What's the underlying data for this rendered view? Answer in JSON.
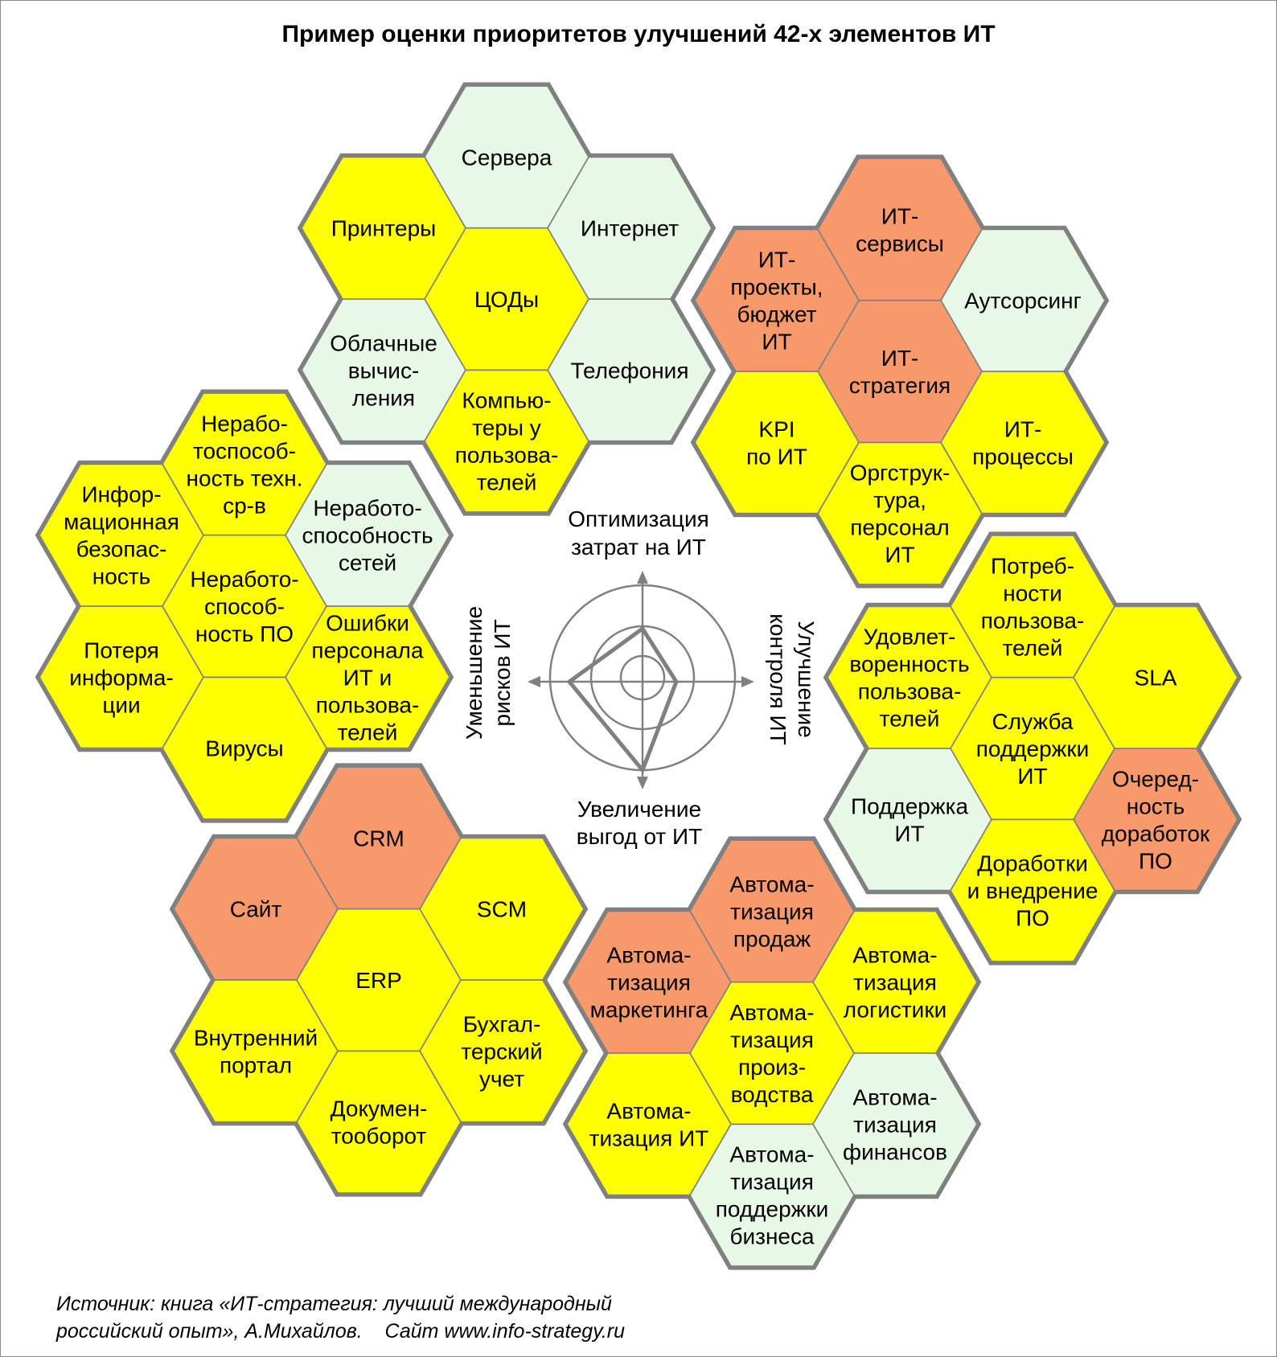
{
  "title": "Пример оценки приоритетов улучшений 42-х элементов ИТ",
  "colors": {
    "high": "#f7996b",
    "medium": "#ffff00",
    "low": "#e8f8e6",
    "hex_border": "#808080",
    "radar": "#808080"
  },
  "legend_axes": {
    "top": [
      "Оптимизация",
      "затрат на ИТ"
    ],
    "bottom": [
      "Увеличение",
      "выгод от ИТ"
    ],
    "left": [
      "Уменьшение",
      "рисков ИТ"
    ],
    "right": [
      "Улучшение",
      "контроля ИТ"
    ]
  },
  "clusters": [
    {
      "name": "infrastructure",
      "cells": [
        {
          "pos": "center",
          "priority": "medium",
          "lines": [
            "ЦОДы"
          ]
        },
        {
          "pos": "top",
          "priority": "low",
          "lines": [
            "Сервера"
          ]
        },
        {
          "pos": "upper-right",
          "priority": "low",
          "lines": [
            "Интернет"
          ]
        },
        {
          "pos": "lower-right",
          "priority": "low",
          "lines": [
            "Телефония"
          ]
        },
        {
          "pos": "bottom",
          "priority": "medium",
          "lines": [
            "Компью-",
            "теры у",
            "пользова-",
            "телей"
          ]
        },
        {
          "pos": "lower-left",
          "priority": "low",
          "lines": [
            "Облачные",
            "вычис-",
            "ления"
          ]
        },
        {
          "pos": "upper-left",
          "priority": "medium",
          "lines": [
            "Принтеры"
          ]
        }
      ]
    },
    {
      "name": "it-management",
      "cells": [
        {
          "pos": "center",
          "priority": "high",
          "lines": [
            "ИТ-",
            "стратегия"
          ]
        },
        {
          "pos": "top",
          "priority": "high",
          "lines": [
            "ИТ-",
            "сервисы"
          ]
        },
        {
          "pos": "upper-right",
          "priority": "low",
          "lines": [
            "Аутсорсинг"
          ]
        },
        {
          "pos": "lower-right",
          "priority": "medium",
          "lines": [
            "ИТ-",
            "процессы"
          ]
        },
        {
          "pos": "bottom",
          "priority": "medium",
          "lines": [
            "Оргструк-",
            "тура,",
            "персонал",
            "ИТ"
          ]
        },
        {
          "pos": "lower-left",
          "priority": "medium",
          "lines": [
            "KPI",
            "по ИТ"
          ]
        },
        {
          "pos": "upper-left",
          "priority": "high",
          "lines": [
            "ИТ-",
            "проекты,",
            "бюджет",
            "ИТ"
          ]
        }
      ]
    },
    {
      "name": "user-service",
      "cells": [
        {
          "pos": "center",
          "priority": "medium",
          "lines": [
            "Служба",
            "поддержки",
            "ИТ"
          ]
        },
        {
          "pos": "top",
          "priority": "medium",
          "lines": [
            "Потреб-",
            "ности",
            "пользова-",
            "телей"
          ]
        },
        {
          "pos": "upper-right",
          "priority": "medium",
          "lines": [
            "SLA"
          ]
        },
        {
          "pos": "lower-right",
          "priority": "high",
          "lines": [
            "Очеред-",
            "ность",
            "доработок",
            "ПО"
          ]
        },
        {
          "pos": "bottom",
          "priority": "medium",
          "lines": [
            "Доработки",
            "и внедрение",
            "ПО"
          ]
        },
        {
          "pos": "lower-left",
          "priority": "low",
          "lines": [
            "Поддержка",
            "ИТ"
          ]
        },
        {
          "pos": "upper-left",
          "priority": "medium",
          "lines": [
            "Удовлет-",
            "воренность",
            "пользова-",
            "телей"
          ]
        }
      ]
    },
    {
      "name": "automation",
      "cells": [
        {
          "pos": "center",
          "priority": "medium",
          "lines": [
            "Автома-",
            "тизация",
            "произ-",
            "водства"
          ]
        },
        {
          "pos": "top",
          "priority": "high",
          "lines": [
            "Автома-",
            "тизация",
            "продаж"
          ]
        },
        {
          "pos": "upper-right",
          "priority": "medium",
          "lines": [
            "Автома-",
            "тизация",
            "логистики"
          ]
        },
        {
          "pos": "lower-right",
          "priority": "low",
          "lines": [
            "Автома-",
            "тизация",
            "финансов"
          ]
        },
        {
          "pos": "bottom",
          "priority": "low",
          "lines": [
            "Автома-",
            "тизация",
            "поддержки",
            "бизнеса"
          ]
        },
        {
          "pos": "lower-left",
          "priority": "medium",
          "lines": [
            "Автома-",
            "тизация ИТ"
          ]
        },
        {
          "pos": "upper-left",
          "priority": "high",
          "lines": [
            "Автома-",
            "тизация",
            "маркетинга"
          ]
        }
      ]
    },
    {
      "name": "business-systems",
      "cells": [
        {
          "pos": "center",
          "priority": "medium",
          "lines": [
            "ERP"
          ]
        },
        {
          "pos": "top",
          "priority": "high",
          "lines": [
            "CRM"
          ]
        },
        {
          "pos": "upper-right",
          "priority": "medium",
          "lines": [
            "SCM"
          ]
        },
        {
          "pos": "lower-right",
          "priority": "medium",
          "lines": [
            "Бухгал-",
            "терский",
            "учет"
          ]
        },
        {
          "pos": "bottom",
          "priority": "medium",
          "lines": [
            "Докумен-",
            "тооборот"
          ]
        },
        {
          "pos": "lower-left",
          "priority": "medium",
          "lines": [
            "Внутренний",
            "портал"
          ]
        },
        {
          "pos": "upper-left",
          "priority": "high",
          "lines": [
            "Сайт"
          ]
        }
      ]
    },
    {
      "name": "risks",
      "cells": [
        {
          "pos": "center",
          "priority": "medium",
          "lines": [
            "Неработо-",
            "способ-",
            "ность ПО"
          ]
        },
        {
          "pos": "top",
          "priority": "medium",
          "lines": [
            "Нерабо-",
            "тоспособ-",
            "ность техн.",
            "ср-в"
          ]
        },
        {
          "pos": "upper-right",
          "priority": "low",
          "lines": [
            "Неработо-",
            "способность",
            "сетей"
          ]
        },
        {
          "pos": "lower-right",
          "priority": "medium",
          "lines": [
            "Ошибки",
            "персонала",
            "ИТ и",
            "пользова-",
            "телей"
          ]
        },
        {
          "pos": "bottom",
          "priority": "medium",
          "lines": [
            "Вирусы"
          ]
        },
        {
          "pos": "lower-left",
          "priority": "medium",
          "lines": [
            "Потеря",
            "информа-",
            "ции"
          ]
        },
        {
          "pos": "upper-left",
          "priority": "medium",
          "lines": [
            "Инфор-",
            "мационная",
            "безопас-",
            "ность"
          ]
        }
      ]
    }
  ],
  "source": {
    "line1": "Источник: книга «ИТ-стратегия: лучший международный",
    "line2": "российский опыт», А.Михайлов.    Сайт www.info-strategy.ru"
  }
}
